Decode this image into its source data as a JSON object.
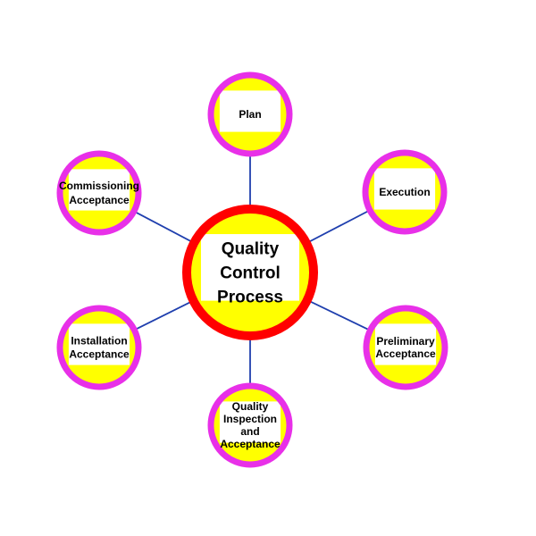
{
  "colors": {
    "background": "#ffffff",
    "connector": "#1f3fae",
    "center_ring": "#ff0000",
    "node_ring": "#e830e8",
    "fill_band": "#ffff00",
    "fill_core": "#ffffff",
    "text": "#000000"
  },
  "diagram": {
    "center": {
      "label_lines": [
        "Quality",
        "Control",
        "Process"
      ]
    },
    "nodes": [
      {
        "id": "plan",
        "label_lines": [
          "Plan"
        ]
      },
      {
        "id": "execution",
        "label_lines": [
          "Execution"
        ]
      },
      {
        "id": "preliminary-acceptance",
        "label_lines": [
          "Preliminary",
          "Acceptance"
        ]
      },
      {
        "id": "quality-inspection-and-acceptance",
        "label_lines": [
          "Quality",
          "Inspection",
          "and",
          "Acceptance"
        ]
      },
      {
        "id": "installation-acceptance",
        "label_lines": [
          "Installation",
          "Acceptance"
        ]
      },
      {
        "id": "commissioning-acceptance",
        "label_lines": [
          "Commissioning",
          "Acceptance"
        ]
      }
    ]
  }
}
